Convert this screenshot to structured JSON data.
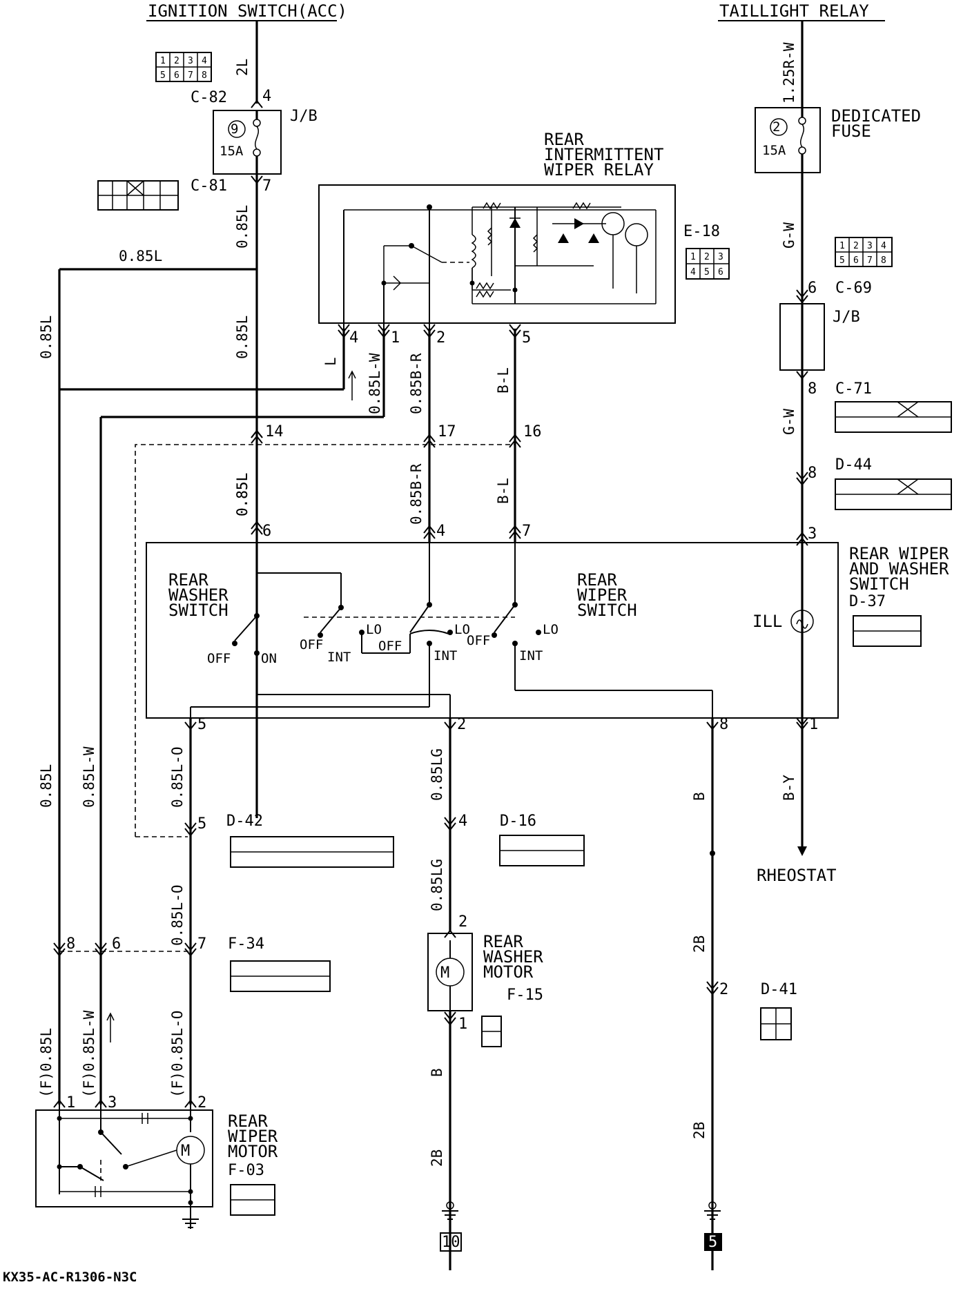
{
  "sources": {
    "ignition": "IGNITION SWITCH(ACC)",
    "taillight": "TAILLIGHT RELAY"
  },
  "fuses": {
    "left": {
      "num": "9",
      "amp": "15A",
      "label": "J/B"
    },
    "right": {
      "num": "2",
      "amp": "15A",
      "label1": "DEDICATED",
      "label2": "FUSE"
    },
    "right_jb": "J/B"
  },
  "relay": {
    "title1": "REAR",
    "title2": "INTERMITTENT",
    "title3": "WIPER RELAY",
    "connector": "E-18",
    "pins": [
      "4",
      "1",
      "2",
      "5"
    ]
  },
  "switch": {
    "title1": "REAR WIPER",
    "title2": "AND WASHER",
    "title3": "SWITCH",
    "connector": "D-37",
    "washer1": "REAR",
    "washer2": "WASHER",
    "washer3": "SWITCH",
    "wiper1": "REAR",
    "wiper2": "WIPER",
    "wiper3": "SWITCH",
    "ill": "ILL",
    "off": "OFF",
    "on": "ON",
    "int": "INT",
    "lo": "LO",
    "top_pins": [
      "6",
      "4",
      "7",
      "3"
    ],
    "bottom_pins": [
      "5",
      "2",
      "8",
      "1"
    ]
  },
  "connectors": {
    "c82": "C-82",
    "c81": "C-81",
    "c69": "C-69",
    "c71": "C-71",
    "d44": "D-44",
    "d42": "D-42",
    "d16": "D-16",
    "f34": "F-34",
    "f15": "F-15",
    "d41": "D-41",
    "f03": "F-03"
  },
  "wires": {
    "w2l": "2L",
    "w085l": "0.85L",
    "w125rw": "1.25R-W",
    "wgw": "G-W",
    "wl": "L",
    "w085lw": "0.85L-W",
    "w085br": "0.85B-R",
    "wbl": "B-L",
    "w085lo": "0.85L-O",
    "w085lg": "0.85LG",
    "wb": "B",
    "wby": "B-Y",
    "w2b": "2B",
    "wf085l": "(F)0.85L",
    "wf085lw": "(F)0.85L-W",
    "wf085lo": "(F)0.85L-O"
  },
  "pins": {
    "p4": "4",
    "p7": "7",
    "p6": "6",
    "p8": "8",
    "p14": "14",
    "p17": "17",
    "p16": "16",
    "p3": "3",
    "p5": "5",
    "p2": "2",
    "p1": "1"
  },
  "loads": {
    "washer1": "REAR",
    "washer2": "WASHER",
    "washer3": "MOTOR",
    "wiper1": "REAR",
    "wiper2": "WIPER",
    "wiper3": "MOTOR"
  },
  "rheostat": "RHEOSTAT",
  "grounds": [
    "10",
    "5"
  ],
  "footer": "KX35-AC-R1306-N3C"
}
